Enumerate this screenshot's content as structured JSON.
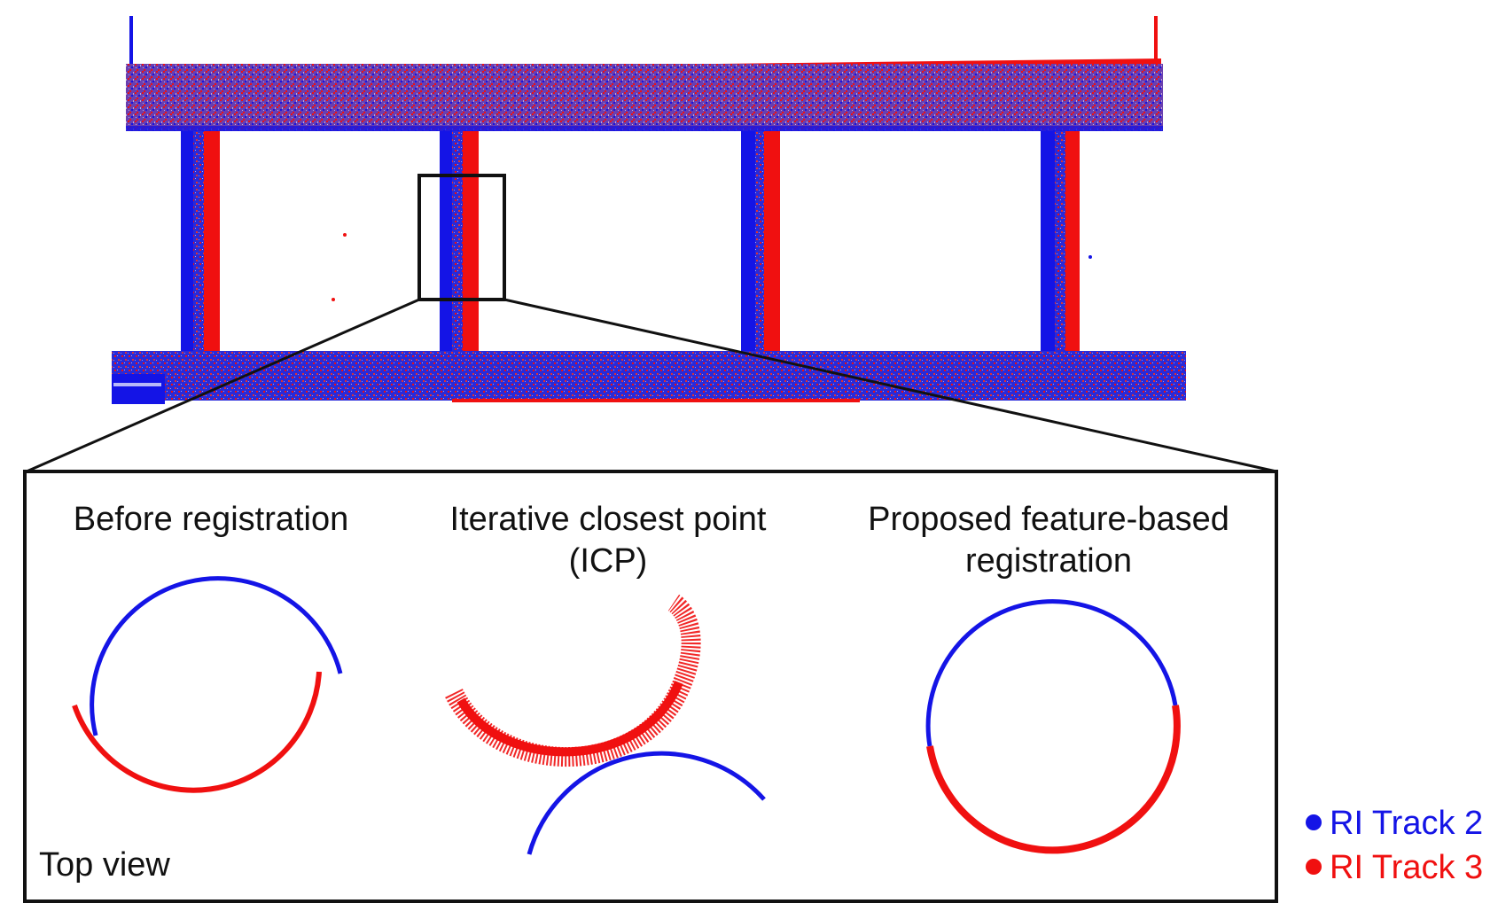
{
  "colors": {
    "track2": "#1414e6",
    "track3": "#f01010",
    "mixed": "#7a3f9e",
    "frame": "#111111"
  },
  "panels": [
    {
      "title_lines": [
        "Before registration"
      ]
    },
    {
      "title_lines": [
        "Iterative closest point",
        "(ICP)"
      ]
    },
    {
      "title_lines": [
        "Proposed feature-based",
        "registration"
      ]
    }
  ],
  "view_label": "Top view",
  "legend": [
    {
      "label": "RI Track 2",
      "color": "#1414e6"
    },
    {
      "label": "RI Track 3",
      "color": "#f01010"
    }
  ]
}
